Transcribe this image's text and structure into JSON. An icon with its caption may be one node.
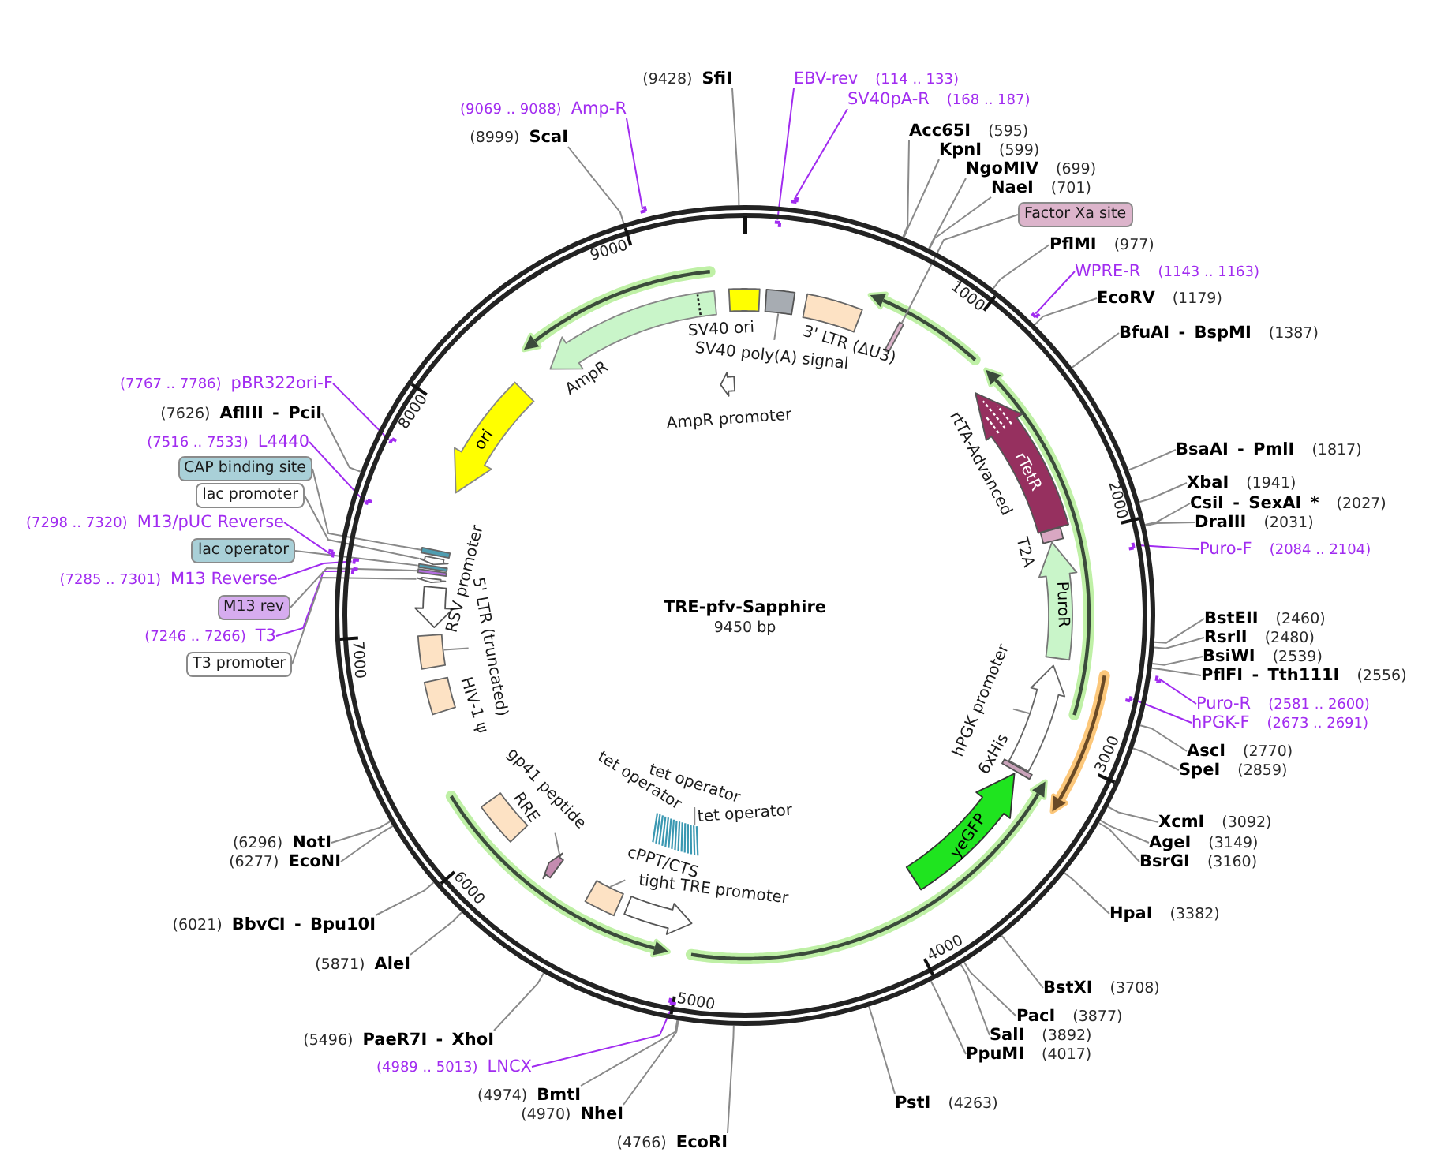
{
  "diagram": {
    "title": "TRE-pfv-Sapphire",
    "nodes": [
      {
        "text": [],
        "shape": "circle"
      },
      {
        "text": [
          "(8999)",
          "ScaI"
        ]
      },
      {
        "text": [
          "(9069 .. 9088)",
          "Amp-R"
        ]
      },
      {
        "text": [],
        "shape": "bar"
      },
      {
        "text": [
          "(9428)",
          "SfiI"
        ]
      },
      {
        "text": [
          "EBV-rev",
          "(114 .. 133)"
        ]
      },
      {
        "text": [],
        "shape": "bar",
        "in": 0
      },
      {
        "text": [
          "SV40pA-R",
          "(168 .. 187)"
        ]
      },
      {
        "text": [],
        "shape": "bar"
      },
      {
        "text": [
          "Acc65I",
          "(595)"
        ]
      },
      {
        "text": [
          "KpnI",
          "(599)"
        ]
      },
      {
        "text": [
          "NgoMIV",
          "(699)"
        ]
      },
      {
        "text": [
          "NaeI",
          "(701)"
        ]
      },
      {
        "text": [
          "Factor Xa site"
        ]
      },
      {
        "text": [],
        "shape": "box",
        "in": 0
      },
      {
        "text": [
          "PflMI",
          "(977)"
        ]
      },
      {
        "text": [
          "WPRE-R",
          "(1143 .. 1163)"
        ]
      },
      {
        "text": [],
        "shape": "bar"
      },
      {
        "text": [
          "EcoRV",
          "(1179)"
        ]
      },
      {
        "text": [
          "BfuAI - BspMI",
          "(1387)"
        ]
      },
      {
        "text": [
          "BsaAI - PmlI",
          "(1817)"
        ]
      },
      {
        "text": [
          "XbaI",
          "(1941)"
        ]
      },
      {
        "text": [
          "CsiI - SexAI *",
          "(2027)"
        ]
      },
      {
        "text": [
          "DraIII",
          "(2031)"
        ]
      },
      {
        "text": [
          "Puro-F",
          "(2084 .. 2104)"
        ]
      },
      {
        "text": [],
        "shape": "bar",
        "in": 0
      },
      {
        "text": [
          "BstEII",
          "(2460)"
        ]
      },
      {
        "text": [
          "RsrII",
          "(2480)"
        ]
      },
      {
        "text": [
          "BsiWI",
          "(2539)"
        ]
      },
      {
        "text": [
          "PflFI - Tth111I",
          "(2556)"
        ]
      },
      {
        "text": [
          "Puro-R",
          "(2581 .. 2600)"
        ]
      },
      {
        "text": [],
        "shape": "bar"
      },
      {
        "text": [
          "hPGK-F",
          "(2673 .. 2691)"
        ]
      },
      {
        "text": [],
        "shape": "bar",
        "in": 0
      },
      {
        "text": [
          "AscI",
          "(2770)"
        ]
      },
      {
        "text": [
          "SpeI",
          "(2859)"
        ]
      },
      {
        "text": [
          "XcmI",
          "(3092)"
        ]
      },
      {
        "text": [
          "AgeI",
          "(3149)"
        ]
      },
      {
        "text": [
          "BsrGI",
          "(3160)"
        ]
      },
      {
        "text": [
          "HpaI",
          "(3382)"
        ]
      },
      {
        "text": [
          "BstXI",
          "(3708)"
        ]
      },
      {
        "text": [
          "PacI",
          "(3877)"
        ]
      },
      {
        "text": [
          "SalI",
          "(3892)"
        ]
      },
      {
        "text": [
          "PpuMI",
          "(4017)"
        ]
      },
      {
        "text": [
          "PstI",
          "(4263)"
        ]
      },
      {
        "text": [
          "(4766)",
          "EcoRI"
        ]
      },
      {
        "text": [
          "(4970)",
          "NheI"
        ]
      },
      {
        "text": [
          "(4974)",
          "BmtI"
        ]
      },
      {
        "text": [
          "(4989 .. 5013)",
          "LNCX"
        ]
      },
      {
        "text": [],
        "shape": "bar",
        "in": 0
      },
      {
        "text": [
          "(5496)",
          "PaeR7I - XhoI"
        ]
      },
      {
        "text": [
          "(5871)",
          "AleI"
        ]
      },
      {
        "text": [
          "(6021)",
          "BbvCI - Bpu10I"
        ]
      },
      {
        "text": [
          "(6277)",
          "EcoNI"
        ]
      },
      {
        "text": [
          "(6296)",
          "NotI"
        ]
      },
      {
        "text": [
          "(7246 .. 7266)",
          "T3"
        ]
      },
      {
        "text": [],
        "shape": "bar",
        "in": 0
      },
      {
        "text": [
          "T3 promoter"
        ]
      },
      {
        "text": [],
        "shape": "arrow",
        "in": 0
      },
      {
        "text": [
          "M13 rev"
        ]
      },
      {
        "text": [],
        "shape": "box",
        "in": 0
      },
      {
        "text": [
          "(7285 .. 7301)",
          "M13 Reverse"
        ]
      },
      {
        "text": [],
        "shape": "bar",
        "in": 0
      },
      {
        "text": [
          "lac operator"
        ]
      },
      {
        "text": [],
        "shape": "box",
        "in": 0
      },
      {
        "text": [
          "(7298 .. 7320)",
          "M13/pUC Reverse"
        ]
      },
      {
        "text": [],
        "shape": "bar"
      },
      {
        "text": [
          "lac promoter"
        ]
      },
      {
        "text": [],
        "shape": "arrow",
        "in": 0
      },
      {
        "text": [
          "CAP binding site"
        ]
      },
      {
        "text": [],
        "shape": "box",
        "in": 0
      },
      {
        "text": [
          "(7516 .. 7533)",
          "L4440"
        ]
      },
      {
        "text": [],
        "shape": "bar",
        "in": 0
      },
      {
        "text": [
          "(7626)",
          "AflIII - PciI"
        ]
      },
      {
        "text": [
          "(7767 .. 7786)",
          "pBR322ori-F"
        ]
      },
      {
        "text": [],
        "shape": "bar",
        "in": 0
      },
      {
        "text": [],
        "shape": "box",
        "beside": [
          "SV40 ori"
        ],
        "in": 0
      },
      {
        "text": [],
        "shape": "box",
        "in": 0
      },
      {
        "text": [
          "SV40 poly(A) signal"
        ],
        "in": 0
      },
      {
        "text": [],
        "shape": "box",
        "beside": [
          "3' LTR (ΔU3)"
        ],
        "in": 0
      },
      {
        "text": [],
        "shape": "arrow",
        "beside": [
          "AmpR"
        ],
        "in": 0
      },
      {
        "text": [],
        "shape": "arrow",
        "beside": [
          "AmpR promoter"
        ],
        "in": 0
      },
      {
        "text": [
          "ori"
        ],
        "in": 0
      },
      {
        "text": [
          "rTetR"
        ],
        "beside": [
          "rtTA-Advanced"
        ],
        "in": 0
      },
      {
        "text": [],
        "shape": "box",
        "beside": [
          "T2A"
        ],
        "in": 0
      },
      {
        "text": [
          "PuroR"
        ],
        "in": 0
      },
      {
        "text": [],
        "shape": "arrow",
        "in": 0
      },
      {
        "text": [
          "hPGK promoter"
        ],
        "in": 0
      },
      {
        "text": [],
        "shape": "box",
        "beside": [
          "6xHis"
        ],
        "in": 0
      },
      {
        "text": [
          "yeGFP"
        ],
        "in": 0
      },
      {
        "text": [],
        "shape": "arrow",
        "beside": [
          "tight TRE promoter"
        ],
        "in": 0
      },
      {
        "text": [],
        "shape": "box",
        "in": 0
      },
      {
        "text": [
          "cPPT/CTS"
        ],
        "in": 0
      },
      {
        "text": [],
        "shape": "box",
        "beside": [
          "tet operator",
          "tet operator"
        ],
        "in": 0
      },
      {
        "text": [
          "tet operator"
        ],
        "in": 0
      },
      {
        "text": [],
        "shape": "arrow",
        "in": 0
      },
      {
        "text": [
          "gp41 peptide"
        ],
        "in": 0
      },
      {
        "text": [],
        "shape": "box",
        "beside": [
          "RRE"
        ],
        "in": 0
      },
      {
        "text": [],
        "shape": "box",
        "beside": [
          "HIV-1 ψ"
        ],
        "in": 0
      },
      {
        "text": [],
        "shape": "box",
        "in": 0
      },
      {
        "text": [
          "5' LTR (truncated)"
        ],
        "in": 0
      },
      {
        "text": [],
        "shape": "arrow",
        "beside": [
          "RSV promoter"
        ],
        "in": 0
      }
    ],
    "edges": [
      {
        "from": 1,
        "to": 0,
        "arrow": "none"
      },
      {
        "from": 2,
        "to": 3,
        "arrow": "none",
        "color": "#a12cf0"
      },
      {
        "from": 4,
        "to": 0,
        "arrow": "none"
      },
      {
        "from": 5,
        "to": 6,
        "arrow": "none",
        "color": "#a12cf0"
      },
      {
        "from": 7,
        "to": 8,
        "arrow": "none",
        "color": "#a12cf0"
      },
      {
        "from": 9,
        "to": 0,
        "arrow": "none"
      },
      {
        "from": 10,
        "to": 0,
        "arrow": "none"
      },
      {
        "from": 11,
        "to": 0,
        "arrow": "none"
      },
      {
        "from": 12,
        "to": 0,
        "arrow": "none"
      },
      {
        "from": 13,
        "to": 14,
        "arrow": "none"
      },
      {
        "from": 15,
        "to": 0,
        "arrow": "none"
      },
      {
        "from": 16,
        "to": 17,
        "arrow": "none",
        "color": "#a12cf0"
      },
      {
        "from": 18,
        "to": 0,
        "arrow": "none"
      },
      {
        "from": 19,
        "to": 0,
        "arrow": "none"
      },
      {
        "from": 20,
        "to": 0,
        "arrow": "none"
      },
      {
        "from": 21,
        "to": 0,
        "arrow": "none"
      },
      {
        "from": 22,
        "to": 0,
        "arrow": "none"
      },
      {
        "from": 23,
        "to": 0,
        "arrow": "none"
      },
      {
        "from": 24,
        "to": 25,
        "arrow": "none",
        "color": "#a12cf0"
      },
      {
        "from": 26,
        "to": 0,
        "arrow": "none"
      },
      {
        "from": 27,
        "to": 0,
        "arrow": "none"
      },
      {
        "from": 28,
        "to": 0,
        "arrow": "none"
      },
      {
        "from": 29,
        "to": 0,
        "arrow": "none"
      },
      {
        "from": 30,
        "to": 31,
        "arrow": "none",
        "color": "#a12cf0"
      },
      {
        "from": 32,
        "to": 33,
        "arrow": "none",
        "color": "#a12cf0"
      },
      {
        "from": 34,
        "to": 0,
        "arrow": "none"
      },
      {
        "from": 35,
        "to": 0,
        "arrow": "none"
      },
      {
        "from": 36,
        "to": 0,
        "arrow": "none"
      },
      {
        "from": 37,
        "to": 0,
        "arrow": "none"
      },
      {
        "from": 38,
        "to": 0,
        "arrow": "none"
      },
      {
        "from": 39,
        "to": 0,
        "arrow": "none"
      },
      {
        "from": 40,
        "to": 0,
        "arrow": "none"
      },
      {
        "from": 41,
        "to": 0,
        "arrow": "none"
      },
      {
        "from": 42,
        "to": 0,
        "arrow": "none"
      },
      {
        "from": 43,
        "to": 0,
        "arrow": "none"
      },
      {
        "from": 44,
        "to": 0,
        "arrow": "none"
      },
      {
        "from": 45,
        "to": 0,
        "arrow": "none"
      },
      {
        "from": 46,
        "to": 0,
        "arrow": "none"
      },
      {
        "from": 47,
        "to": 0,
        "arrow": "none"
      },
      {
        "from": 48,
        "to": 49,
        "arrow": "none",
        "color": "#a12cf0"
      },
      {
        "from": 50,
        "to": 0,
        "arrow": "none"
      },
      {
        "from": 51,
        "to": 0,
        "arrow": "none"
      },
      {
        "from": 52,
        "to": 0,
        "arrow": "none"
      },
      {
        "from": 53,
        "to": 0,
        "arrow": "none"
      },
      {
        "from": 54,
        "to": 0,
        "arrow": "none"
      },
      {
        "from": 55,
        "to": 56,
        "arrow": "none",
        "color": "#a12cf0"
      },
      {
        "from": 57,
        "to": 58,
        "arrow": "none"
      },
      {
        "from": 59,
        "to": 60,
        "arrow": "none"
      },
      {
        "from": 61,
        "to": 62,
        "arrow": "none",
        "color": "#a12cf0"
      },
      {
        "from": 63,
        "to": 64,
        "arrow": "none"
      },
      {
        "from": 65,
        "to": 66,
        "arrow": "none",
        "color": "#a12cf0"
      },
      {
        "from": 67,
        "to": 68,
        "arrow": "none"
      },
      {
        "from": 69,
        "to": 70,
        "arrow": "none"
      },
      {
        "from": 71,
        "to": 72,
        "arrow": "none",
        "color": "#a12cf0"
      },
      {
        "from": 73,
        "to": 0,
        "arrow": "none"
      },
      {
        "from": 74,
        "to": 75,
        "arrow": "none",
        "color": "#a12cf0"
      },
      {
        "from": 78,
        "to": 77,
        "arrow": "none"
      },
      {
        "from": 87,
        "to": 86,
        "arrow": "none"
      },
      {
        "from": 92,
        "to": 91,
        "arrow": "none"
      },
      {
        "from": 94,
        "to": 93,
        "arrow": "none"
      },
      {
        "from": 96,
        "to": 95,
        "arrow": "none"
      },
      {
        "from": 100,
        "to": 99,
        "arrow": "none"
      }
    ],
    "labels": [
      "1000",
      "2000",
      "3000",
      "4000",
      "5000",
      "6000",
      "7000",
      "8000",
      "9000",
      "9450 bp"
    ]
  }
}
